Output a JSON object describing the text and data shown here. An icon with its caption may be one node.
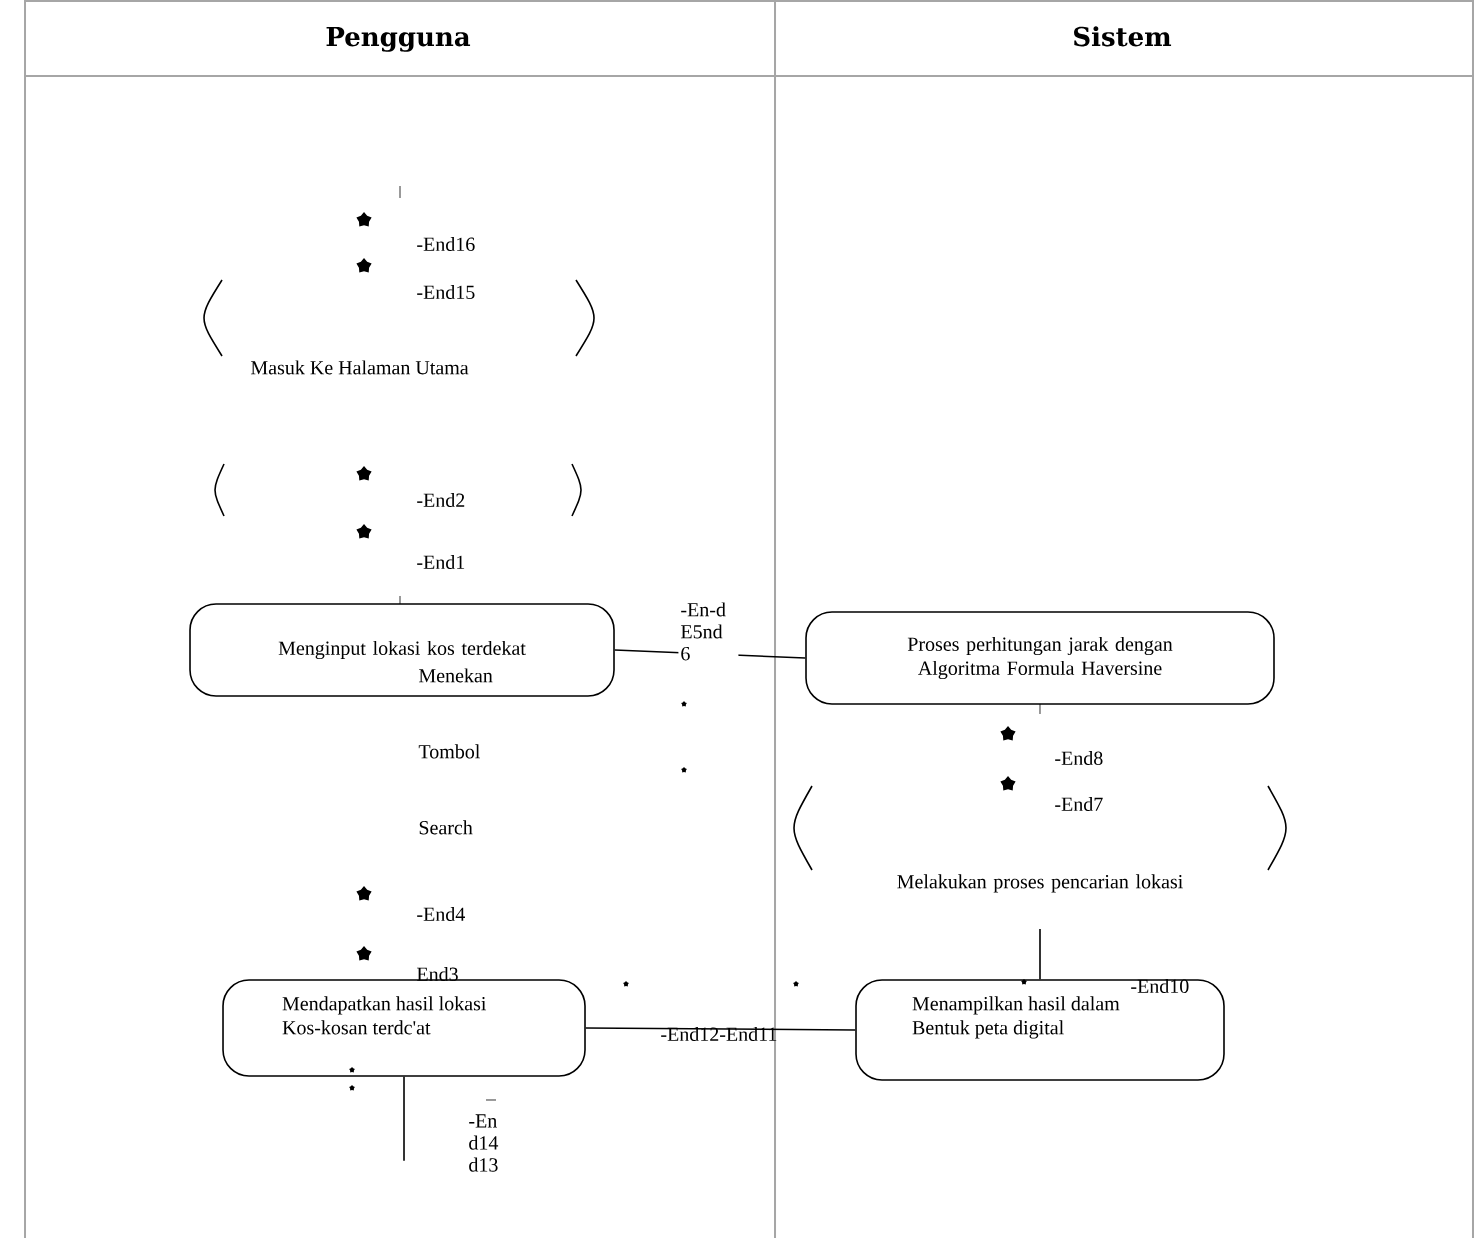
{
  "diagram": {
    "nodes": [
      {
        "text": [
          "Pengguna"
        ]
      },
      {
        "text": [
          "Sistem"
        ]
      },
      {
        "text": [
          "Masuk Ke Halaman Utama"
        ],
        "in": 0
      },
      {
        "text": [
          "Menginput lokasi kos terdekat"
        ],
        "in": 0
      },
      {
        "text": [
          "Proses perhitungan jarak dengan Algoritma Formula Haversine"
        ],
        "in": 1
      },
      {
        "text": [
          "Melakukan proses pencarian lokasi"
        ],
        "in": 1
      },
      {
        "text": [
          "Mendapatkan hasil lokasi Kos-kosan terdc'at"
        ],
        "in": 0
      },
      {
        "text": [
          "Menampilkan hasil dalam Bentuk peta digital"
        ],
        "in": 1
      }
    ],
    "edges": [
      {
        "from": 3,
        "to": 4,
        "arrow": "none"
      },
      {
        "from": 5,
        "to": 7,
        "arrow": "none"
      },
      {
        "from": 6,
        "to": 7,
        "arrow": "none"
      },
      {
        "from": 6,
        "to": null,
        "arrow": "none"
      }
    ],
    "labels": [
      "-End16",
      "-End15",
      "-End2",
      "-End1",
      "-En-d E5nd 6",
      "Menekan Tombol Search",
      "-End8",
      "-End7",
      "-End4",
      "End3",
      "-End10",
      "-End12-End11",
      "-En d14 d13"
    ]
  }
}
